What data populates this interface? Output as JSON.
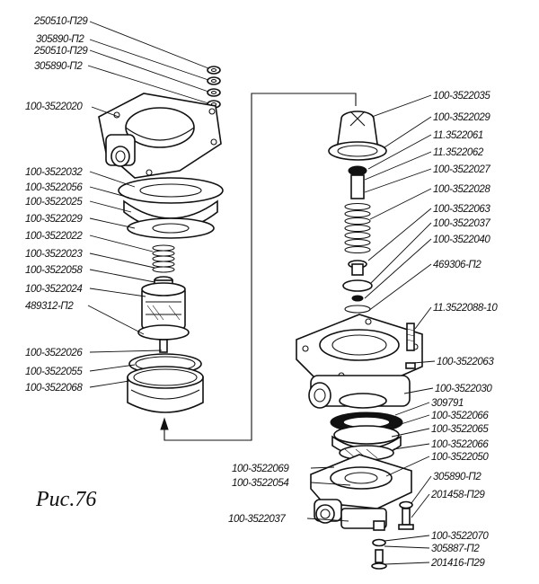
{
  "caption": "Рис.76",
  "left_labels": [
    "250510-П29",
    "305890-П2",
    "250510-П29",
    "305890-П2",
    "100-3522020",
    "100-3522032",
    "100-3522056",
    "100-3522025",
    "100-3522029",
    "100-3522022",
    "100-3522023",
    "100-3522058",
    "100-3522024",
    "489312-П2",
    "100-3522026",
    "100-3522055",
    "100-3522068"
  ],
  "right_labels": [
    "100-3522035",
    "100-3522029",
    "11.3522061",
    "11.3522062",
    "100-3522027",
    "100-3522028",
    "100-3522063",
    "100-3522037",
    "100-3522040",
    "469306-П2",
    "11.3522088-10",
    "100-3522063",
    "100-3522030",
    "309791",
    "100-3522066",
    "100-3522065",
    "100-3522066",
    "100-3522050",
    "305890-П2",
    "201458-П29",
    "100-3522070",
    "305887-П2",
    "201416-П29"
  ],
  "bottom_labels": [
    "100-3522069",
    "100-3522054",
    "100-3522037"
  ]
}
